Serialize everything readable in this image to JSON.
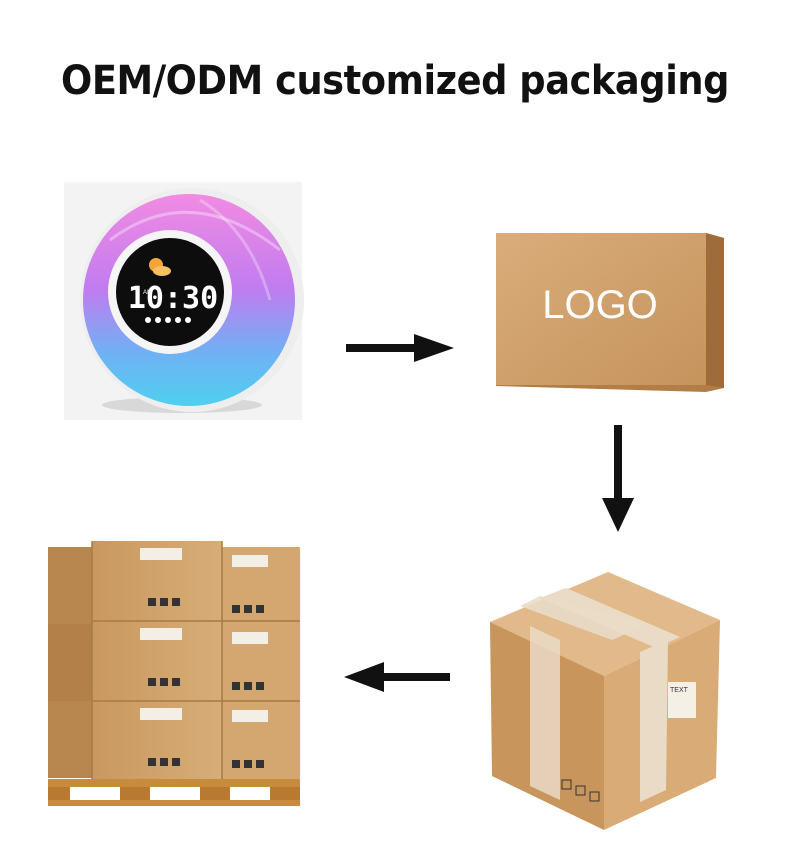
{
  "title": "OEM/ODM customized packaging",
  "clock": {
    "time": "10:30",
    "ampm": "AM"
  },
  "box": {
    "logo": "LOGO"
  },
  "carton": {
    "label": "TEXT"
  },
  "colors": {
    "box": "#d3a36e",
    "box_shade": "#b88650",
    "arrow": "#111111",
    "clock_pink": "#f06bd6",
    "clock_blue": "#5ec3f2"
  },
  "icons": {
    "arrow_right": "arrow-right-icon",
    "arrow_down": "arrow-down-icon",
    "arrow_left": "arrow-left-icon",
    "weather": "weather-icon"
  }
}
